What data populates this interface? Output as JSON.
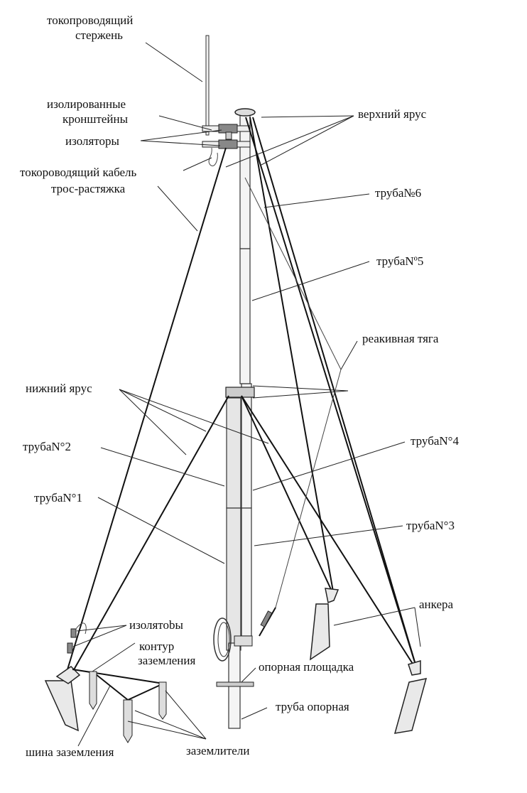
{
  "labels": {
    "rod_line1": "токопроводящий",
    "rod_line2": "стержень",
    "brackets_line1": "изолированные",
    "brackets_line2": "кронштейны",
    "insulators_top": "изоляторы",
    "cable": "токороводящий кабель",
    "guy_wire": "трос-растяжка",
    "upper_tier": "верхний ярус",
    "pipe6": "труба№6",
    "pipe5": "трубаNº5",
    "reactive_rod": "реакивная тяга",
    "lower_tier": "нижний ярус",
    "pipe2": "трубаN°2",
    "pipe4": "трубаN°4",
    "pipe1": "трубаN°1",
    "pipe3": "трубаN°3",
    "anchors": "анкера",
    "insulators_bottom": "изолятоbы",
    "ground_loop_line1": "контур",
    "ground_loop_line2": "заземления",
    "support_platform": "опорная площадка",
    "support_pipe": "труба опорная",
    "ground_bus": "шина заземления",
    "ground_rods": "заземлители"
  }
}
